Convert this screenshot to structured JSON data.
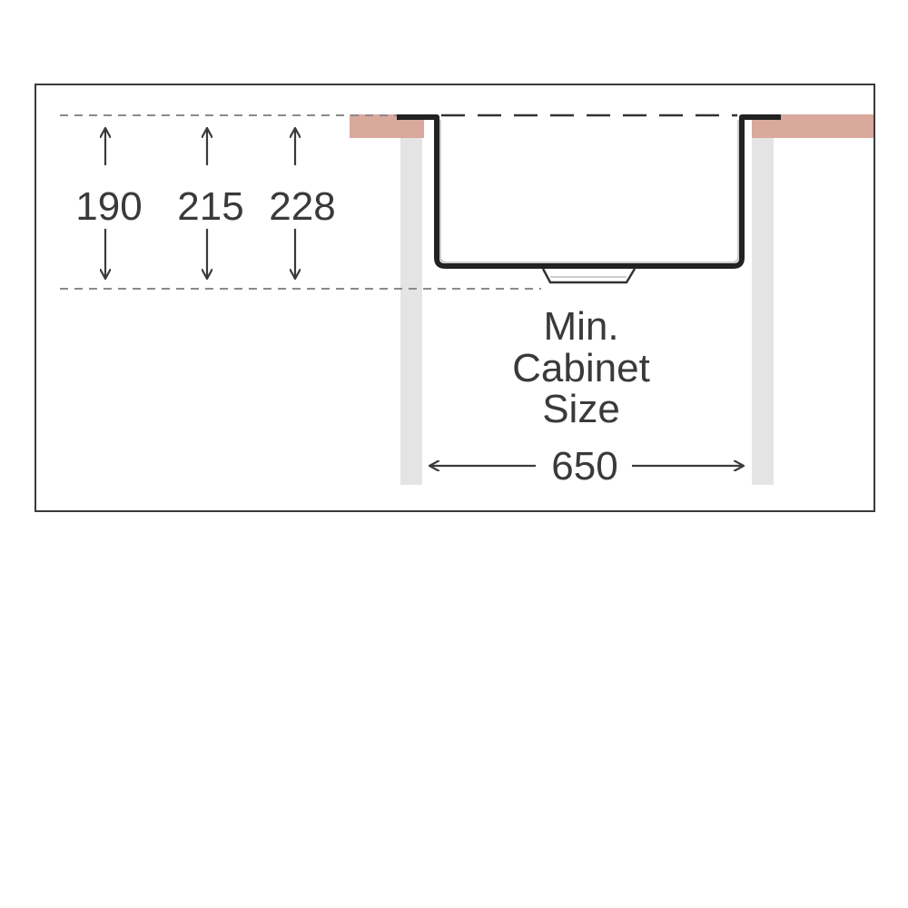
{
  "heights": [
    {
      "value": "190"
    },
    {
      "value": "215"
    },
    {
      "value": "228"
    }
  ],
  "cabinet": {
    "line1": "Min.",
    "line2": "Cabinet",
    "line3": "Size",
    "width": "650"
  },
  "colors": {
    "countertop": "#d8a99c",
    "cabinet_side": "#e4e4e4",
    "sink_outline": "#222222",
    "line": "#3a3a3a",
    "dashed": "#8a8a8a"
  }
}
